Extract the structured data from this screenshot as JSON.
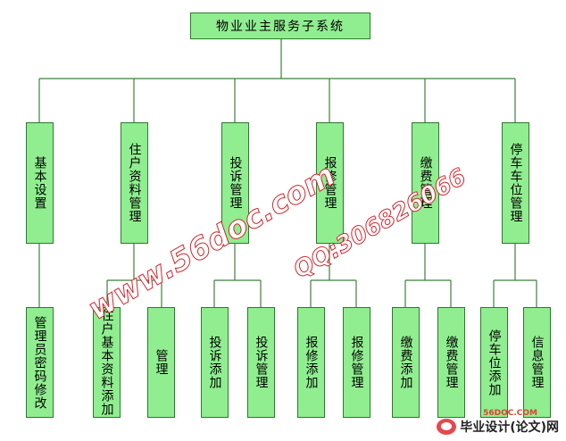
{
  "root": "物业业主服务子系统",
  "modules": [
    {
      "name": "基本设置",
      "children": [
        "管理员密码修改"
      ]
    },
    {
      "name": "住户资料管理",
      "children": [
        "住户基本资料添加",
        "管理"
      ]
    },
    {
      "name": "投诉管理",
      "children": [
        "投诉添加",
        "投诉管理"
      ]
    },
    {
      "name": "报修管理",
      "children": [
        "报修添加",
        "报修管理"
      ]
    },
    {
      "name": "缴费管理",
      "children": [
        "缴费添加",
        "缴费管理"
      ]
    },
    {
      "name": "停车车位管理",
      "children": [
        "停车位添加",
        "信息管理"
      ]
    }
  ],
  "watermark": {
    "site": "www.56doc.com",
    "qq": "QQ:306826066"
  },
  "logo": {
    "site": "56DOC.COM",
    "text": "毕业设计(论文)网"
  },
  "colors": {
    "box_fill": "#90ee90",
    "box_border": "#2a7a2a",
    "line": "#3f7f3f",
    "watermark": "#d4262f"
  }
}
